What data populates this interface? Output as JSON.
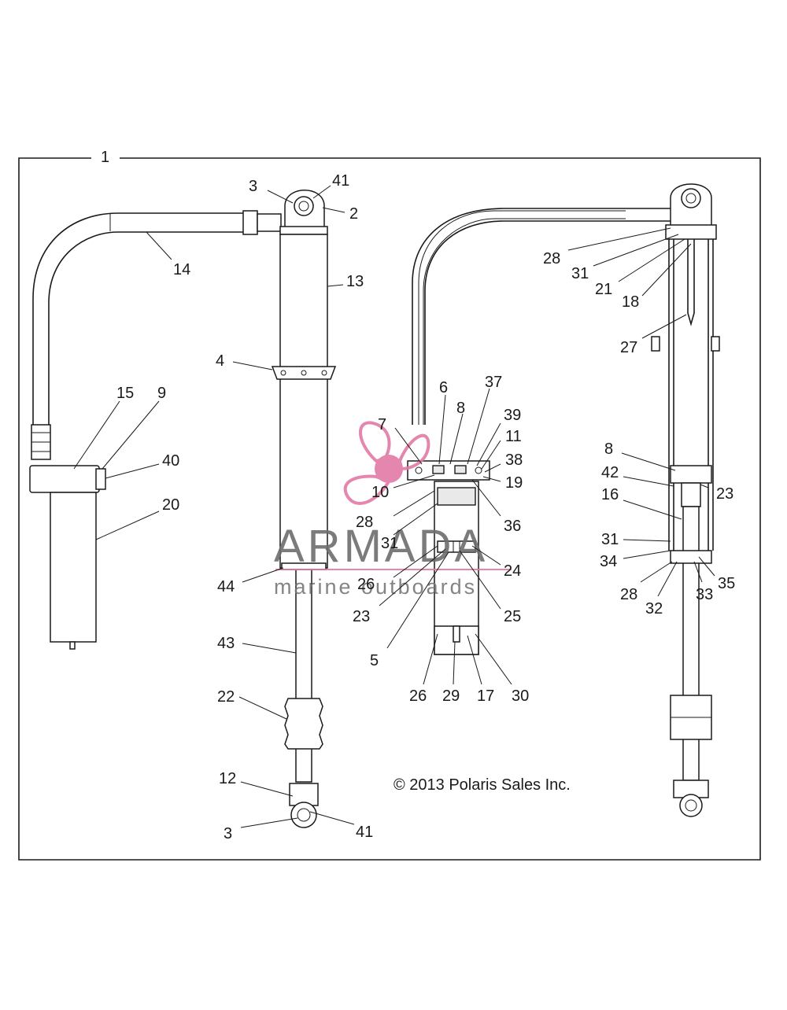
{
  "diagram": {
    "assembly_label": "1",
    "copyright": "© 2013 Polaris Sales Inc.",
    "watermark": {
      "brand": "ARMADA",
      "tagline": "marine outboards",
      "colors": {
        "logo": "#e27aa6",
        "text": "#6d6d6d"
      }
    },
    "callouts": {
      "left_view": [
        "3",
        "41",
        "2",
        "14",
        "13",
        "4",
        "15",
        "9",
        "40",
        "20",
        "44",
        "43",
        "22",
        "12",
        "3",
        "41"
      ],
      "center_view": [
        "6",
        "37",
        "8",
        "39",
        "7",
        "11",
        "38",
        "19",
        "10",
        "36",
        "28",
        "31",
        "24",
        "26",
        "25",
        "23",
        "5",
        "26",
        "29",
        "17",
        "30"
      ],
      "right_view": [
        "28",
        "31",
        "21",
        "18",
        "27",
        "8",
        "42",
        "23",
        "16",
        "31",
        "34",
        "35",
        "28",
        "32",
        "33"
      ]
    }
  }
}
